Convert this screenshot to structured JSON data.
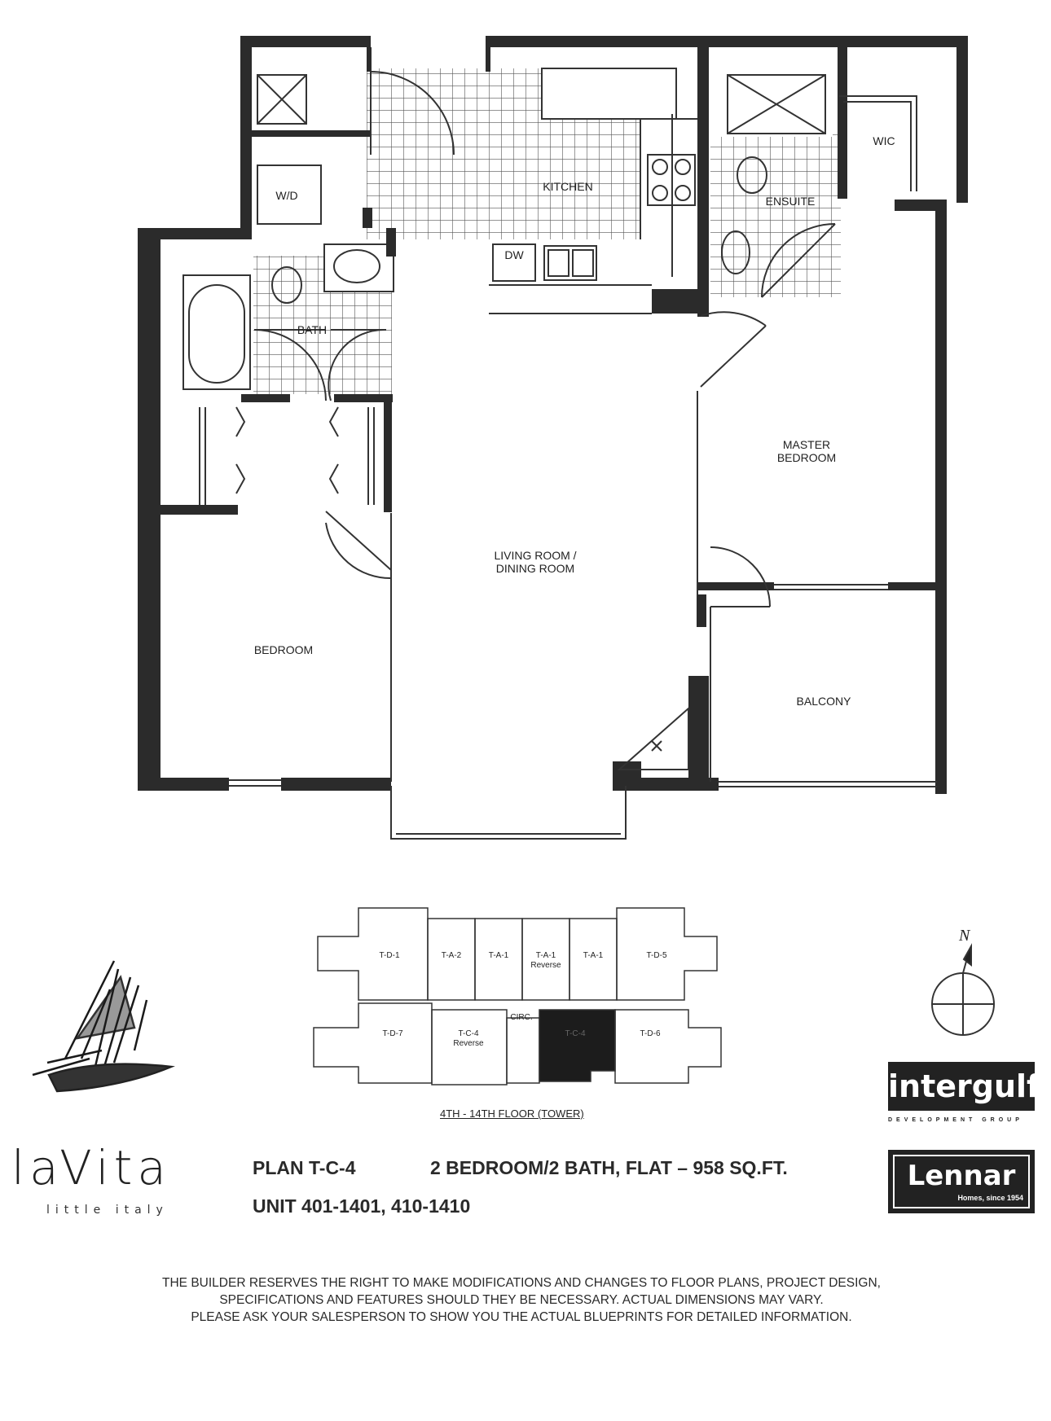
{
  "rooms": {
    "kitchen": "KITCHEN",
    "wd": "W/D",
    "dw": "DW",
    "ensuite": "ENSUITE",
    "wic": "WIC",
    "bath": "BATH",
    "master_1": "MASTER",
    "master_2": "BEDROOM",
    "living_1": "LIVING ROOM /",
    "living_2": "DINING ROOM",
    "bedroom": "BEDROOM",
    "balcony": "BALCONY"
  },
  "key_plan": {
    "units_top": [
      "T-D-1",
      "T-A-2",
      "T-A-1",
      "T-A-1",
      "T-A-1",
      "T-D-5"
    ],
    "reverse": "Reverse",
    "units_bottom": [
      "T-D-7",
      "T-C-4",
      "CIRC.",
      "T-C-4",
      "T-D-6"
    ],
    "caption": "4TH - 14TH FLOOR (TOWER)"
  },
  "compass": {
    "north": "N"
  },
  "branding": {
    "project": "laVita",
    "project_sub": "little italy",
    "developer": "intergulf",
    "developer_sub": "DEVELOPMENT GROUP",
    "builder": "Lennar",
    "builder_sub": "Homes, since 1954"
  },
  "plan": {
    "name": "PLAN T-C-4",
    "spec": "2 BEDROOM/2 BATH, FLAT – 958 SQ.FT.",
    "units": "UNIT 401-1401, 410-1410"
  },
  "disclaimer": [
    "THE BUILDER RESERVES THE RIGHT TO MAKE MODIFICATIONS AND CHANGES TO FLOOR PLANS, PROJECT DESIGN,",
    "SPECIFICATIONS AND FEATURES SHOULD THEY BE NECESSARY. ACTUAL DIMENSIONS MAY VARY.",
    "PLEASE ASK YOUR SALESPERSON TO SHOW YOU THE ACTUAL BLUEPRINTS FOR DETAILED INFORMATION."
  ],
  "colors": {
    "wall": "#2b2b2b",
    "line": "#333333",
    "tile": "#555555"
  }
}
